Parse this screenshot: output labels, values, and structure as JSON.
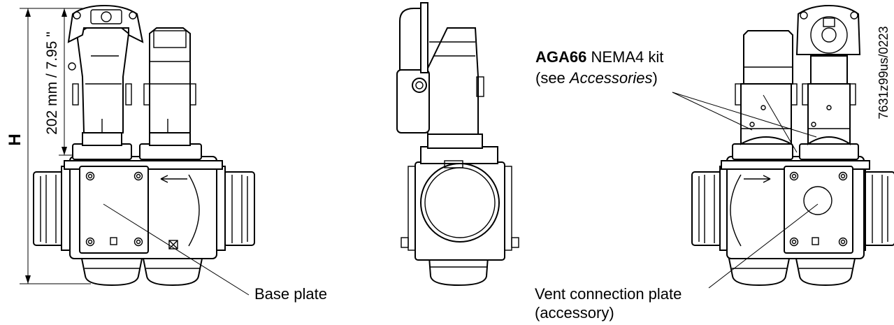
{
  "figure": {
    "height_symbol": "H",
    "dimension_label": "202 mm / 7.95 \"",
    "reference_code": "7631z99us/0223"
  },
  "labels": {
    "base_plate": "Base plate",
    "kit_name": "AGA66",
    "kit_desc": " NEMA4 kit",
    "see_open": "(see ",
    "see_ref": "Accessories",
    "see_close": ")",
    "vent_line1": "Vent connection plate",
    "vent_line2": "(accessory)"
  }
}
